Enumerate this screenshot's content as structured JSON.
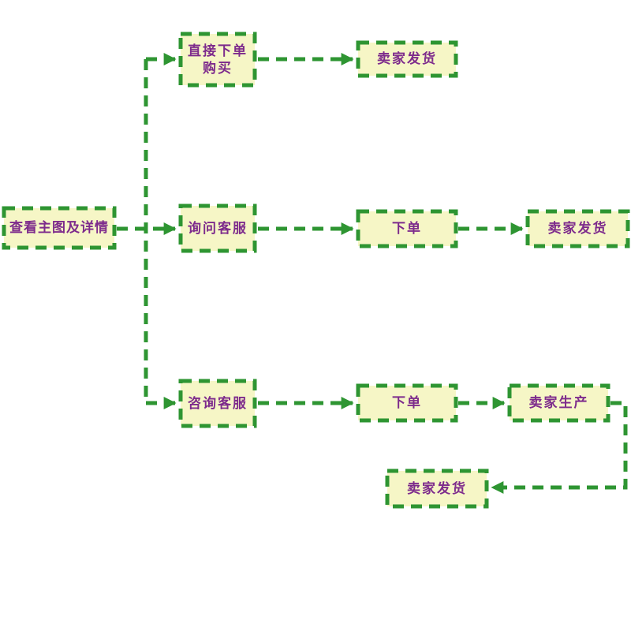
{
  "diagram": {
    "title": "purchase-flowchart",
    "colors": {
      "border_green": "#2E9532",
      "box_fill": "#F6F6C6",
      "text_purple": "#7D2B8C",
      "background": "#FFFFFF"
    },
    "nodes": {
      "view_details": {
        "label": "查看主图及详情"
      },
      "direct_order": {
        "line1": "直接下单",
        "line2": "购买"
      },
      "seller_ship_top": {
        "label": "卖家发货"
      },
      "ask_service": {
        "label": "询问客服"
      },
      "order_mid": {
        "label": "下单"
      },
      "seller_ship_mid": {
        "label": "卖家发货"
      },
      "consult_service": {
        "label": "咨询客服"
      },
      "order_bottom": {
        "label": "下单"
      },
      "seller_produce": {
        "label": "卖家生产"
      },
      "seller_ship_bottom": {
        "label": "卖家发货"
      }
    },
    "edges": [
      {
        "from": "view_details",
        "to": "direct_order"
      },
      {
        "from": "view_details",
        "to": "ask_service"
      },
      {
        "from": "view_details",
        "to": "consult_service"
      },
      {
        "from": "direct_order",
        "to": "seller_ship_top"
      },
      {
        "from": "ask_service",
        "to": "order_mid"
      },
      {
        "from": "order_mid",
        "to": "seller_ship_mid"
      },
      {
        "from": "consult_service",
        "to": "order_bottom"
      },
      {
        "from": "order_bottom",
        "to": "seller_produce"
      },
      {
        "from": "seller_produce",
        "to": "seller_ship_bottom"
      }
    ]
  }
}
